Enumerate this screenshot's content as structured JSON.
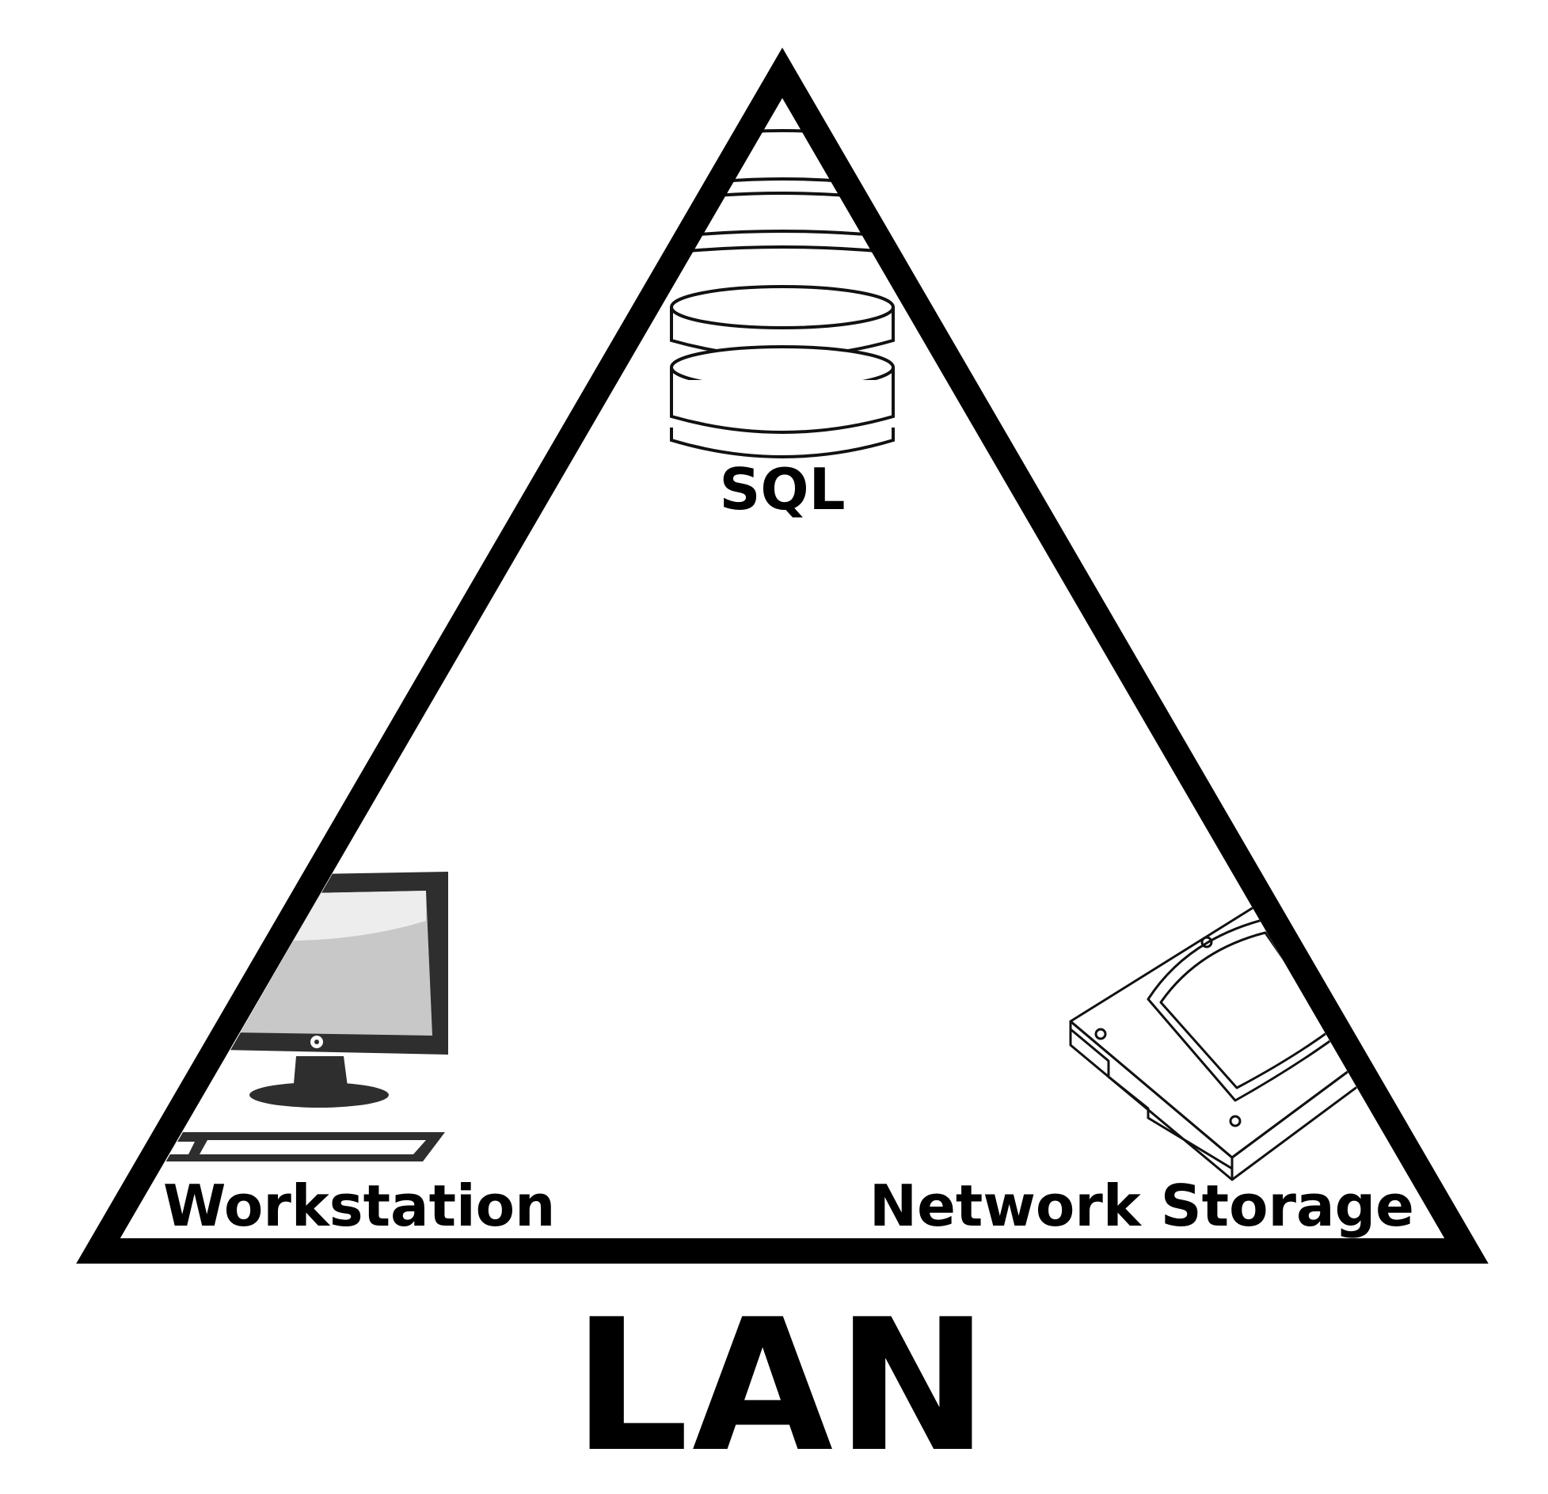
{
  "diagram": {
    "nodes": [
      {
        "id": "sql",
        "label": "SQL",
        "icon": "database-icon"
      },
      {
        "id": "workstation",
        "label": "Workstation",
        "icon": "desktop-computer-icon"
      },
      {
        "id": "storage",
        "label": "Network Storage",
        "icon": "hard-drive-icon"
      }
    ],
    "network_label": "LAN",
    "colors": {
      "stroke": "#000000",
      "background": "#ffffff",
      "screen": "#c8c8c8",
      "monitor": "#2e2e2e"
    }
  }
}
